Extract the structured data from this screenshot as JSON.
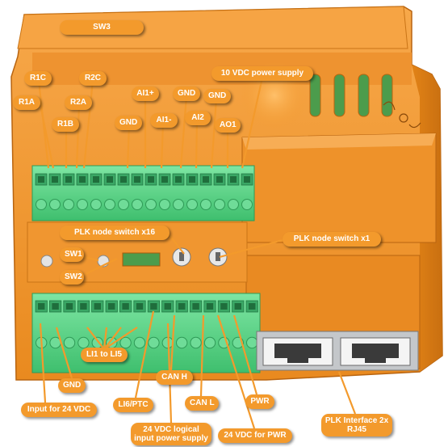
{
  "colors": {
    "housing": "#f39a2c",
    "housing_dark": "#c86e0e",
    "housing_light": "#ffbd6b",
    "terminal_green": "#5ed68a",
    "terminal_dark": "#2f9a57",
    "rj45_metal": "#b8bcc0",
    "label_bg": "#f39a2c",
    "label_text": "#ffffff",
    "leader": "#f39a2c"
  },
  "labels": {
    "sw3": "SW3",
    "r1c": "R1C",
    "r2c": "R2C",
    "r1a": "R1A",
    "r2a": "R2A",
    "r1b": "R1B",
    "gnd_1": "GND",
    "ai1_plus": "AI1+",
    "ai1_minus": "AI1-",
    "gnd_2": "GND",
    "ai2": "AI2",
    "gnd_3": "GND",
    "ao1": "AO1",
    "vdc10": "10 VDC power supply",
    "plk_x16": "PLK node switch x16",
    "plk_x1": "PLK node switch x1",
    "sw1": "SW1",
    "sw2": "SW2",
    "li1_li5": "LI1 to LI5",
    "gnd_bottom": "GND",
    "input_24vdc": "Input for 24 VDC",
    "li6_ptc": "LI6/PTC",
    "can_h": "CAN H",
    "can_l": "CAN L",
    "pwr": "PWR",
    "logic_supply": "24 VDC logical input power supply",
    "vdc24_pwr": "24 VDC for PWR",
    "plk_interface": "PLK Interface 2x RJ45"
  }
}
